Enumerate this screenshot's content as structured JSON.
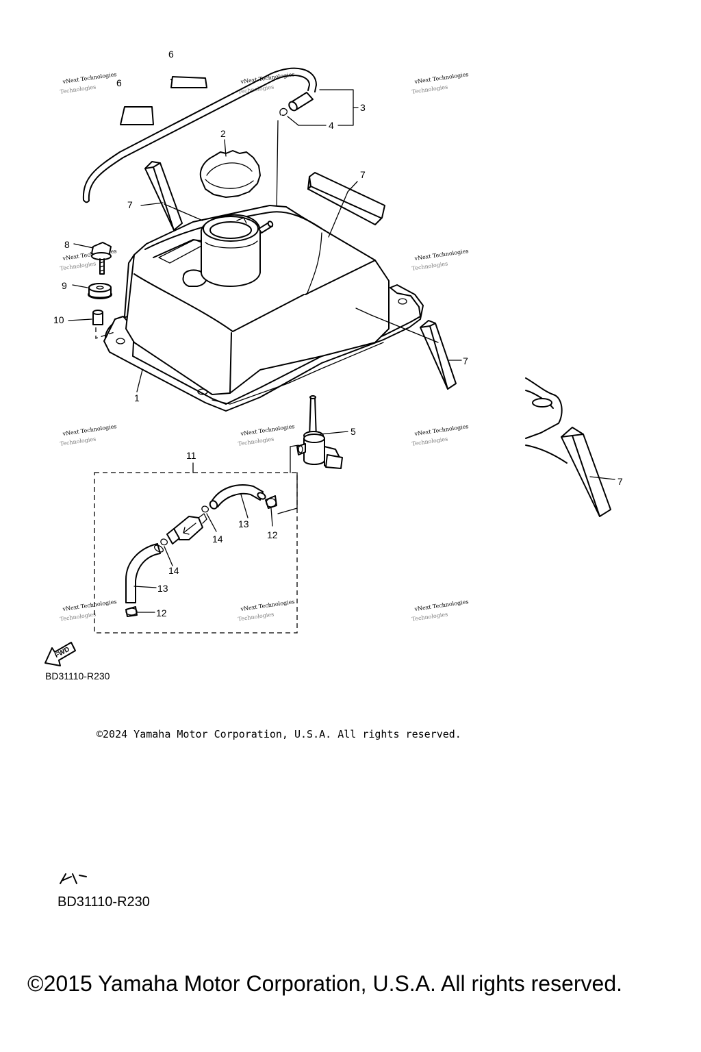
{
  "diagram": {
    "callouts": {
      "p1": "1",
      "p2": "2",
      "p3": "3",
      "p4": "4",
      "p5": "5",
      "p6a": "6",
      "p6b": "6",
      "p7a": "7",
      "p7b": "7",
      "p7c": "7",
      "p7d": "7",
      "p8": "8",
      "p9": "9",
      "p10": "10",
      "p11": "11",
      "p12a": "12",
      "p12b": "12",
      "p13a": "13",
      "p13b": "13",
      "p14a": "14",
      "p14b": "14"
    },
    "watermark_line1": "vNext Technologies",
    "watermark_line2": "Technologies",
    "fwd_label": "FWD",
    "diagram_code": "BD31110-R230",
    "copyright": "©2024 Yamaha Motor Corporation, U.S.A. All rights reserved."
  },
  "footer": {
    "diagram_code": "BD31110-R230",
    "copyright": "©2015 Yamaha Motor Corporation, U.S.A. All rights reserved."
  },
  "colors": {
    "ink": "#000000",
    "paper": "#ffffff"
  }
}
